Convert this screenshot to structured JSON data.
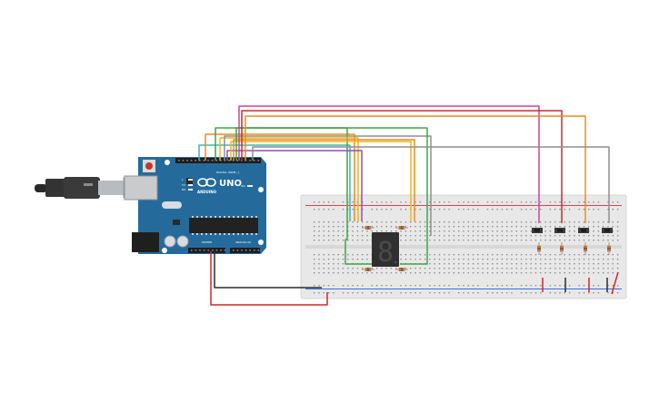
{
  "board": {
    "brand_label": "ARDUINO",
    "model_label": "UNO",
    "digital_label": "DIGITAL (PWM~)",
    "power_label": "POWER",
    "analog_label": "ANALOG IN",
    "tx_label": "TX",
    "rx_label": "RX",
    "on_label": "ON",
    "l_label": "L"
  },
  "display": {
    "digit": "8"
  },
  "wire_colors": {
    "teal": "#3fb6b0",
    "orange": "#ef8c1a",
    "green": "#3aa844",
    "yellow": "#e8b820",
    "gray": "#8f8f8f",
    "purple": "#8f4fc0",
    "magenta": "#d0409a",
    "red": "#d0282a",
    "black": "#2b2b2b"
  },
  "component_colors": {
    "board_blue": "#246b9c",
    "breadboard": "#e8e8e8",
    "display_body": "#2f2f2f",
    "resistor_body": "#d9b07a"
  }
}
